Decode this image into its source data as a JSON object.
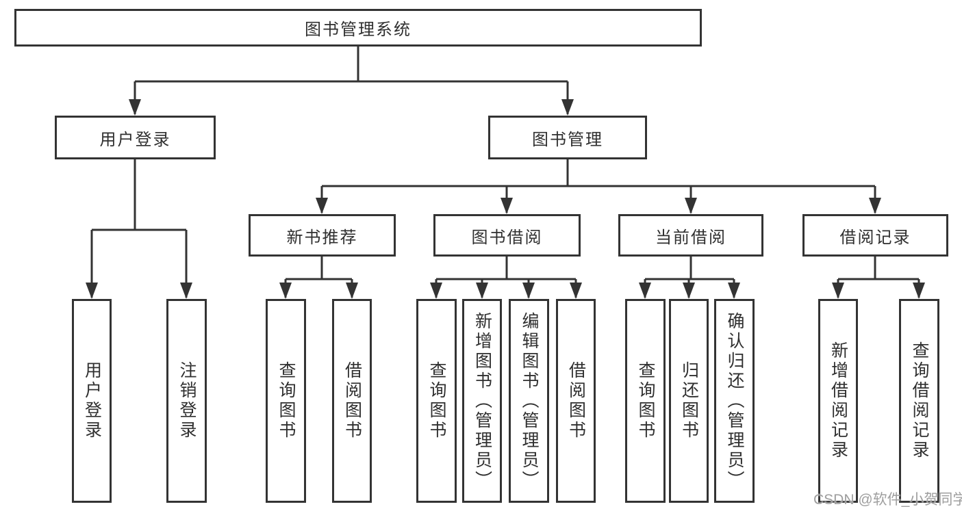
{
  "tree": {
    "root": {
      "label": "图书管理系统"
    },
    "branches": [
      {
        "label": "用户登录",
        "children": [
          "用户登录",
          "注销登录"
        ]
      },
      {
        "label": "图书管理",
        "sections": [
          {
            "label": "新书推荐",
            "children": [
              "查询图书",
              "借阅图书"
            ]
          },
          {
            "label": "图书借阅",
            "children": [
              "查询图书",
              "新增图书（管理员）",
              "编辑图书（管理员）",
              "借阅图书"
            ]
          },
          {
            "label": "当前借阅",
            "children": [
              "查询图书",
              "归还图书",
              "确认归还（管理员）"
            ]
          },
          {
            "label": "借阅记录",
            "children": [
              "新增借阅记录",
              "查询借阅记录"
            ]
          }
        ]
      }
    ]
  },
  "watermark": {
    "text": "CSDN @软件_小贺同学"
  },
  "colors": {
    "line": "#333333",
    "box_border": "#333333",
    "text": "#2f2f2f",
    "watermark": "#9e9e9e",
    "background": "#ffffff"
  }
}
